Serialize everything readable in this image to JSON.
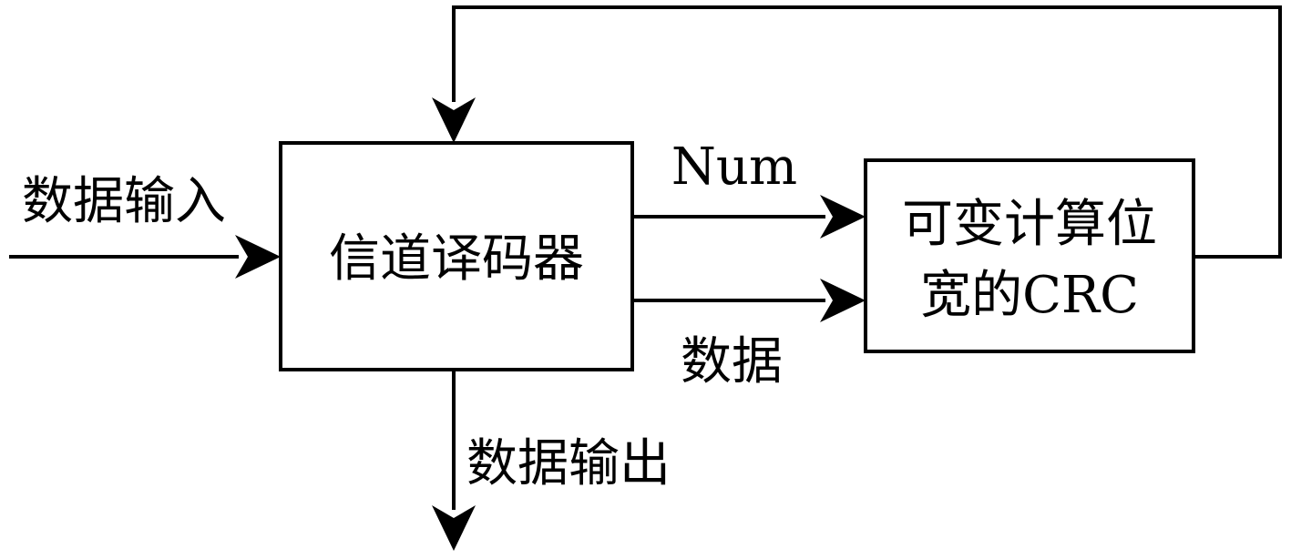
{
  "nodes": {
    "decoder": {
      "label": "信道译码器"
    },
    "crc": {
      "line1": "可变计算位",
      "line2": "宽的CRC"
    }
  },
  "edges": {
    "input": {
      "label": "数据输入"
    },
    "num": {
      "label": "Num"
    },
    "data": {
      "label": "数据"
    },
    "output": {
      "label": "数据输出"
    }
  },
  "colors": {
    "stroke": "#000000",
    "background": "#ffffff"
  }
}
